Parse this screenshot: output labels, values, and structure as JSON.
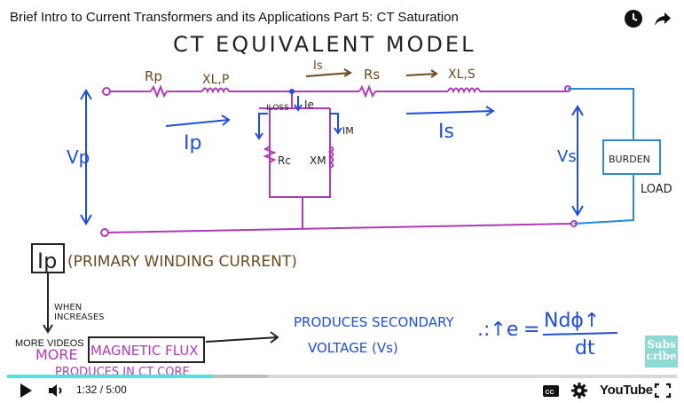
{
  "video": {
    "title": "Brief Intro to Current Transformers and its Applications Part 5: CT Saturation",
    "more_videos_label": "MORE VIDEOS",
    "subscribe_line1": "Subs",
    "subscribe_line2": "cribe"
  },
  "player": {
    "current_time": "1:32",
    "duration": "5:00",
    "time_display": "1:32 / 5:00",
    "progress_fraction": 0.307,
    "buffered_fraction": 0.39,
    "logo_text": "YouTube",
    "played_color": "#4fe3e0"
  },
  "whiteboard": {
    "heading": "CT EQUIVALENT MODEL",
    "labels": {
      "rp": "Rp",
      "xlp": "XL,P",
      "is_top": "Is",
      "rs": "Rs",
      "xls": "XL,S",
      "iloss": "ILOSS",
      "ie": "Ie",
      "im": "IM",
      "rc": "Rc",
      "xm": "XM",
      "ip_arrow": "Ip",
      "is_arrow": "Is",
      "vp": "Vp",
      "vs": "Vs",
      "burden": "BURDEN",
      "load": "LOAD",
      "ip_box": "Ip",
      "primary_winding": "(PRIMARY WINDING CURRENT)",
      "when": "WHEN",
      "increases": "INCREASES",
      "more": "MORE",
      "magnetic_flux": "MAGNETIC FLUX",
      "produces_core": "PRODUCES IN CT CORE",
      "produces_secondary": "PRODUCES SECONDARY",
      "voltage_vs": "VOLTAGE (Vs)",
      "eq_lhs": ".:↑e",
      "eq_eq": "=",
      "eq_num": "Ndϕ↑",
      "eq_den": "dt"
    },
    "colors": {
      "ink_black": "#222222",
      "ink_blue": "#1e4fd6",
      "ink_purple": "#b03ab8",
      "ink_brown": "#6b4a1f",
      "ink_teal": "#2a8ad6"
    }
  }
}
